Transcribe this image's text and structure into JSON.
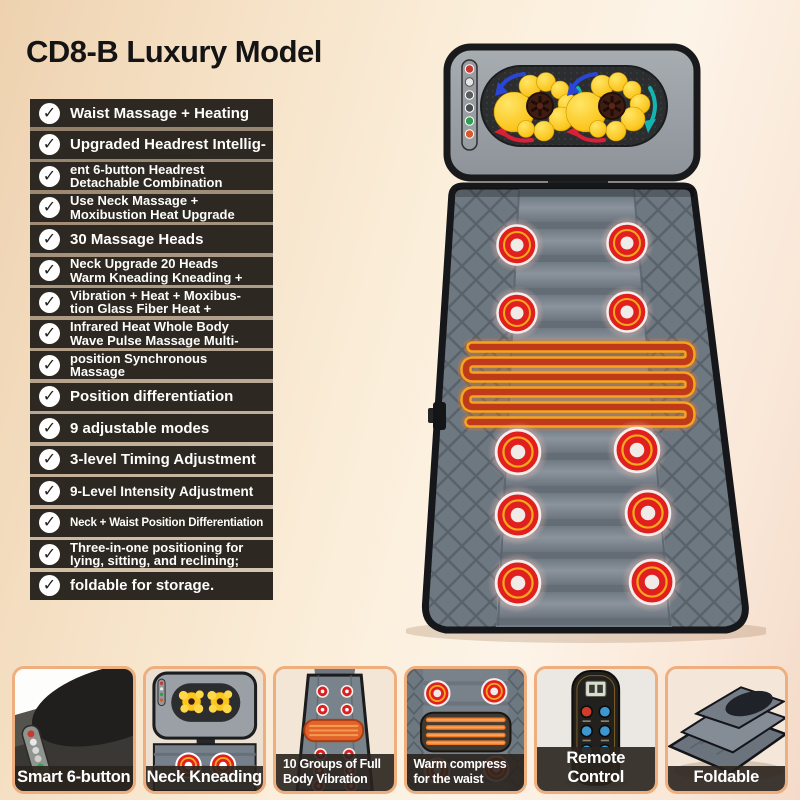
{
  "title": "CD8-B Luxury Model",
  "icons": {
    "check": "✓"
  },
  "colors": {
    "strip_bg": "#2e2822",
    "node_red": "#e11f1f",
    "node_ring_orange": "#f7a81b",
    "coil_outline": "#f6a41f",
    "coil_core": "#bf3a1a",
    "kneading_ball_yellow": "#ffd23d",
    "mat_gray": "#79828b",
    "card_border": "#efae7d"
  },
  "features": [
    {
      "lines": [
        "Waist Massage + Heating"
      ]
    },
    {
      "lines": [
        "Upgraded Headrest Intellig-"
      ]
    },
    {
      "lines": [
        "ent 6-button Headrest",
        "Detachable Combination"
      ]
    },
    {
      "lines": [
        "Use Neck Massage +",
        "Moxibustion Heat Upgrade"
      ]
    },
    {
      "lines": [
        "30 Massage Heads"
      ]
    },
    {
      "lines": [
        "Neck Upgrade 20 Heads",
        "Warm Kneading Kneading +"
      ]
    },
    {
      "lines": [
        "Vibration + Heat + Moxibus-",
        "tion Glass Fiber Heat +"
      ]
    },
    {
      "lines": [
        "Infrared Heat Whole Body",
        "Wave Pulse Massage Multi-"
      ]
    },
    {
      "lines": [
        "position Synchronous",
        "Massage"
      ]
    },
    {
      "lines": [
        "Position differentiation"
      ]
    },
    {
      "lines": [
        "9 adjustable modes"
      ]
    },
    {
      "lines": [
        "3-level Timing Adjustment"
      ]
    },
    {
      "lines": [
        "9-Level Intensity Adjustment"
      ]
    },
    {
      "lines": [
        "Neck + Waist Position Differentiation"
      ]
    },
    {
      "lines": [
        "Three-in-one positioning for",
        "lying, sitting, and reclining;"
      ]
    },
    {
      "lines": [
        "foldable for storage."
      ]
    }
  ],
  "thumbnails": [
    {
      "label": "Smart 6-button"
    },
    {
      "label": "Neck Kneading"
    },
    {
      "label": "10 Groups of Full Body Vibration"
    },
    {
      "label": "Warm compress for the waist"
    },
    {
      "label": "Remote Control"
    },
    {
      "label": "Foldable"
    }
  ]
}
